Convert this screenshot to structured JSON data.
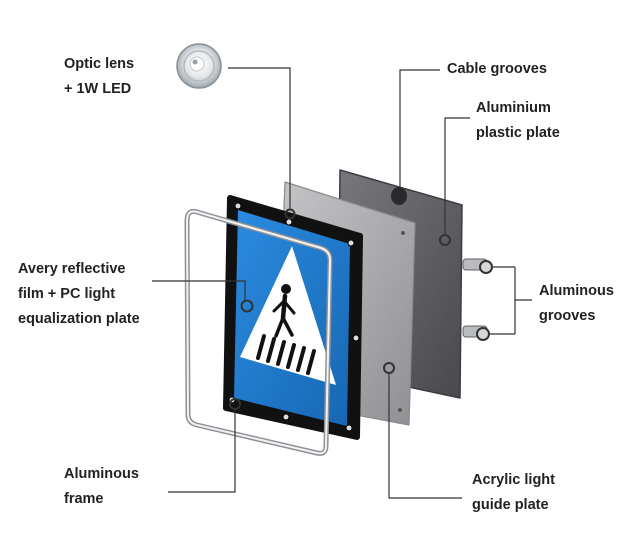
{
  "labels": {
    "optic_lens": [
      "Optic lens",
      "+ 1W LED"
    ],
    "cable_grooves": [
      "Cable grooves"
    ],
    "aluminium_plastic_plate": [
      "Aluminium",
      "plastic plate"
    ],
    "avery_reflective_film": [
      "Avery reflective",
      "film + PC light",
      "equalization plate"
    ],
    "aluminous_grooves": [
      "Aluminous",
      "grooves"
    ],
    "aluminous_frame": [
      "Aluminous",
      "frame"
    ],
    "acrylic_light_guide_plate": [
      "Acrylic light",
      "guide plate"
    ]
  },
  "colors": {
    "sign_blue": "#1f78c8",
    "sign_border": "#111111",
    "acrylic_plate": "#a7a8aa",
    "aluminium_plate": "#5c5d60",
    "leader_line": "#333333",
    "text": "#222222"
  },
  "icons": [
    "pedestrian-crossing-icon",
    "led-lens-icon"
  ]
}
